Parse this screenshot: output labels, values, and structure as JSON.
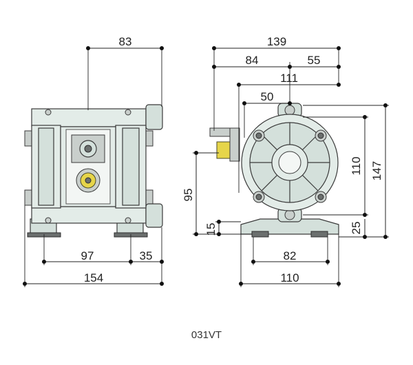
{
  "caption": "031VT",
  "front_view": {
    "dims": {
      "top": "83",
      "bottom_left": "97",
      "bottom_right": "35",
      "overall_width": "154"
    }
  },
  "side_view": {
    "dims": {
      "overall_top": "139",
      "left_part": "84",
      "right_part": "55",
      "mid_width": "111",
      "center_offset": "50",
      "port_height": "95",
      "foot_height_left": "15",
      "port_spacing": "110",
      "overall_height": "147",
      "foot_height_right": "25",
      "foot_spacing": "82",
      "base_width": "110"
    }
  },
  "colors": {
    "body": "#e3ece8",
    "line": "#222222",
    "fitting": "#e6d54a"
  }
}
